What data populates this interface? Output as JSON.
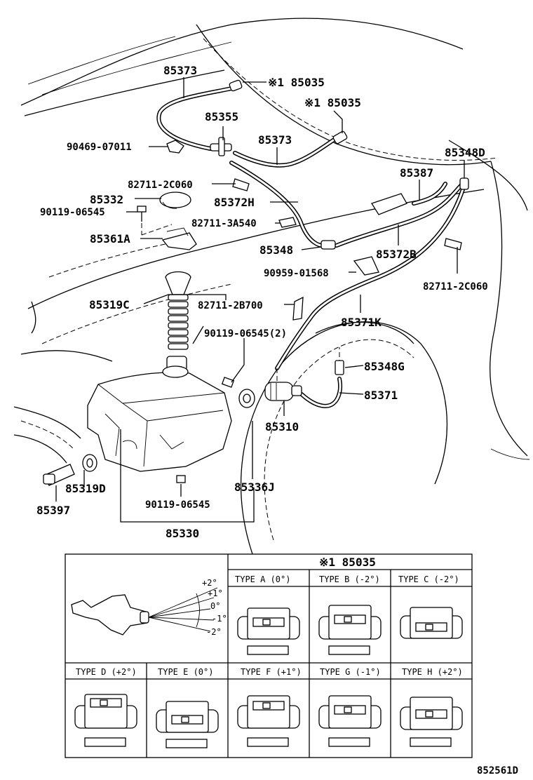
{
  "parts": {
    "p85373_a": "85373",
    "p85035_a": "※1 85035",
    "p85035_b": "※1 85035",
    "p85355": "85355",
    "p85373_b": "85373",
    "p90469": "90469-07011",
    "p85348D": "85348D",
    "p85387": "85387",
    "p82711_2C060_a": "82711-2C060",
    "p85332": "85332",
    "p85372H": "85372H",
    "p90119_a": "90119-06545",
    "p82711_3A540": "82711-3A540",
    "p85361A": "85361A",
    "p85348": "85348",
    "p85372B": "85372B",
    "p90959": "90959-01568",
    "p82711_2C060_b": "82711-2C060",
    "p85319C": "85319C",
    "p82711_2B700": "82711-2B700",
    "p85371K": "85371K",
    "p90119_b": "90119-06545(2)",
    "p85348G": "85348G",
    "p85371": "85371",
    "p85310": "85310",
    "p85336J": "85336J",
    "p85319D": "85319D",
    "p85397": "85397",
    "p90119_c": "90119-06545",
    "p85330": "85330"
  },
  "table": {
    "header": "※1 85035",
    "angles": [
      "+2°",
      "+1°",
      "0°",
      "-1°",
      "-2°"
    ],
    "types": [
      {
        "label": "TYPE A (0°)"
      },
      {
        "label": "TYPE B (-2°)"
      },
      {
        "label": "TYPE C (-2°)"
      },
      {
        "label": "TYPE D (+2°)"
      },
      {
        "label": "TYPE E (0°)"
      },
      {
        "label": "TYPE F (+1°)"
      },
      {
        "label": "TYPE G (-1°)"
      },
      {
        "label": "TYPE H (+2°)"
      }
    ]
  },
  "diagram_code": "852561D"
}
